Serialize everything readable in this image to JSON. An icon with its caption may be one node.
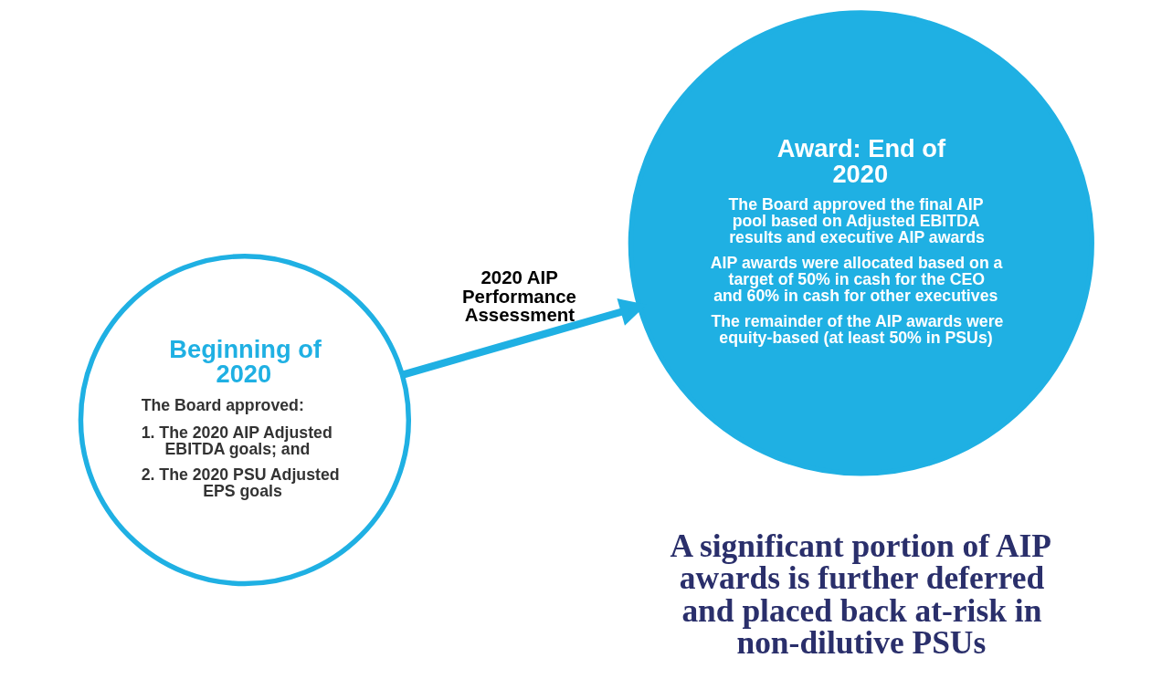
{
  "diagram": {
    "nodes": [
      {
        "text": [
          "Beginning of 2020",
          "The Board approved:",
          "1. The 2020 AIP Adjusted EBITDA goals; and",
          "2. The 2020 PSU Adjusted EPS goals"
        ]
      },
      {
        "text": [
          "Award: End of 2020",
          "The Board approved the final AIP pool based on Adjusted EBITDA results and executive AIP awards",
          "AIP awards were allocated based on a target of 50% in cash for the CEO and 60% in cash for other executives",
          "The remainder of the AIP awards were equity-based (at least 50% in PSUs)"
        ]
      }
    ],
    "edges": [
      {
        "from": 0,
        "to": 1,
        "arrow": "to",
        "label": "2020 AIP Performance Assessment"
      }
    ],
    "labels": [
      "A significant portion of AIP awards is further deferred and placed back at-risk in non-dilutive PSUs"
    ]
  }
}
